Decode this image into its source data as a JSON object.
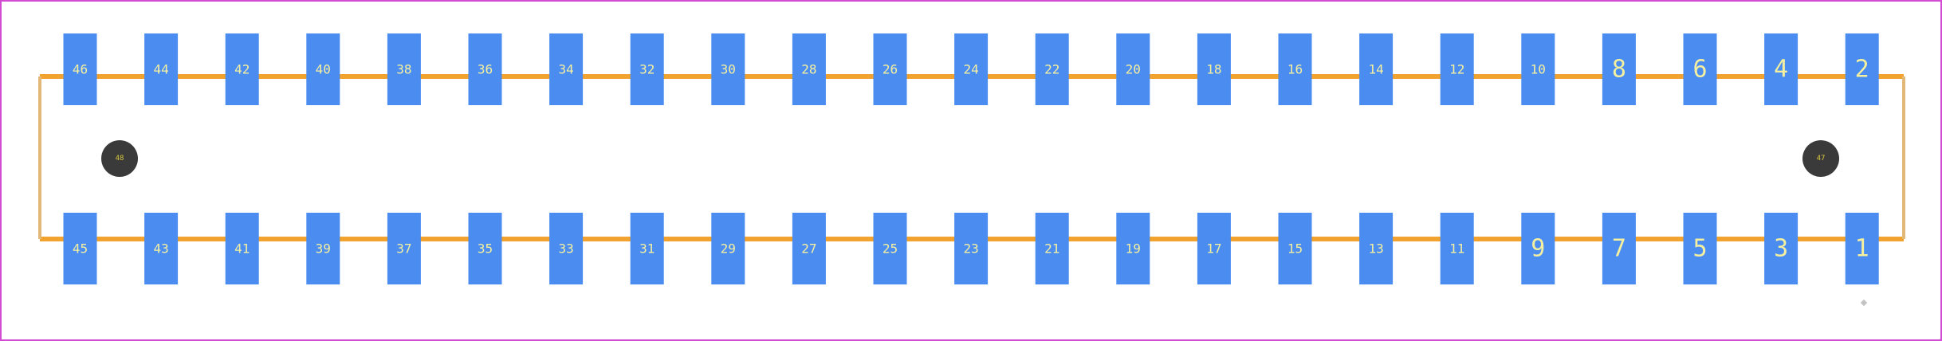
{
  "colors": {
    "background": "#ffffff",
    "board_outline": "#d24bd2",
    "silkscreen": "#f2a22e",
    "side_outline": "#e2b878",
    "pad": "#4a8cf0",
    "pad_label": "#f5f0a0",
    "mount_hole": "#3a3a3a",
    "mount_label": "#d9c840",
    "origin_marker": "#c4c4c4"
  },
  "pads_top": [
    "46",
    "44",
    "42",
    "40",
    "38",
    "36",
    "34",
    "32",
    "30",
    "28",
    "26",
    "24",
    "22",
    "20",
    "18",
    "16",
    "14",
    "12",
    "10",
    "8",
    "6",
    "4",
    "2"
  ],
  "pads_bottom": [
    "45",
    "43",
    "41",
    "39",
    "37",
    "35",
    "33",
    "31",
    "29",
    "27",
    "25",
    "23",
    "21",
    "19",
    "17",
    "15",
    "13",
    "11",
    "9",
    "7",
    "5",
    "3",
    "1"
  ],
  "mount_holes": [
    "48",
    "47"
  ]
}
